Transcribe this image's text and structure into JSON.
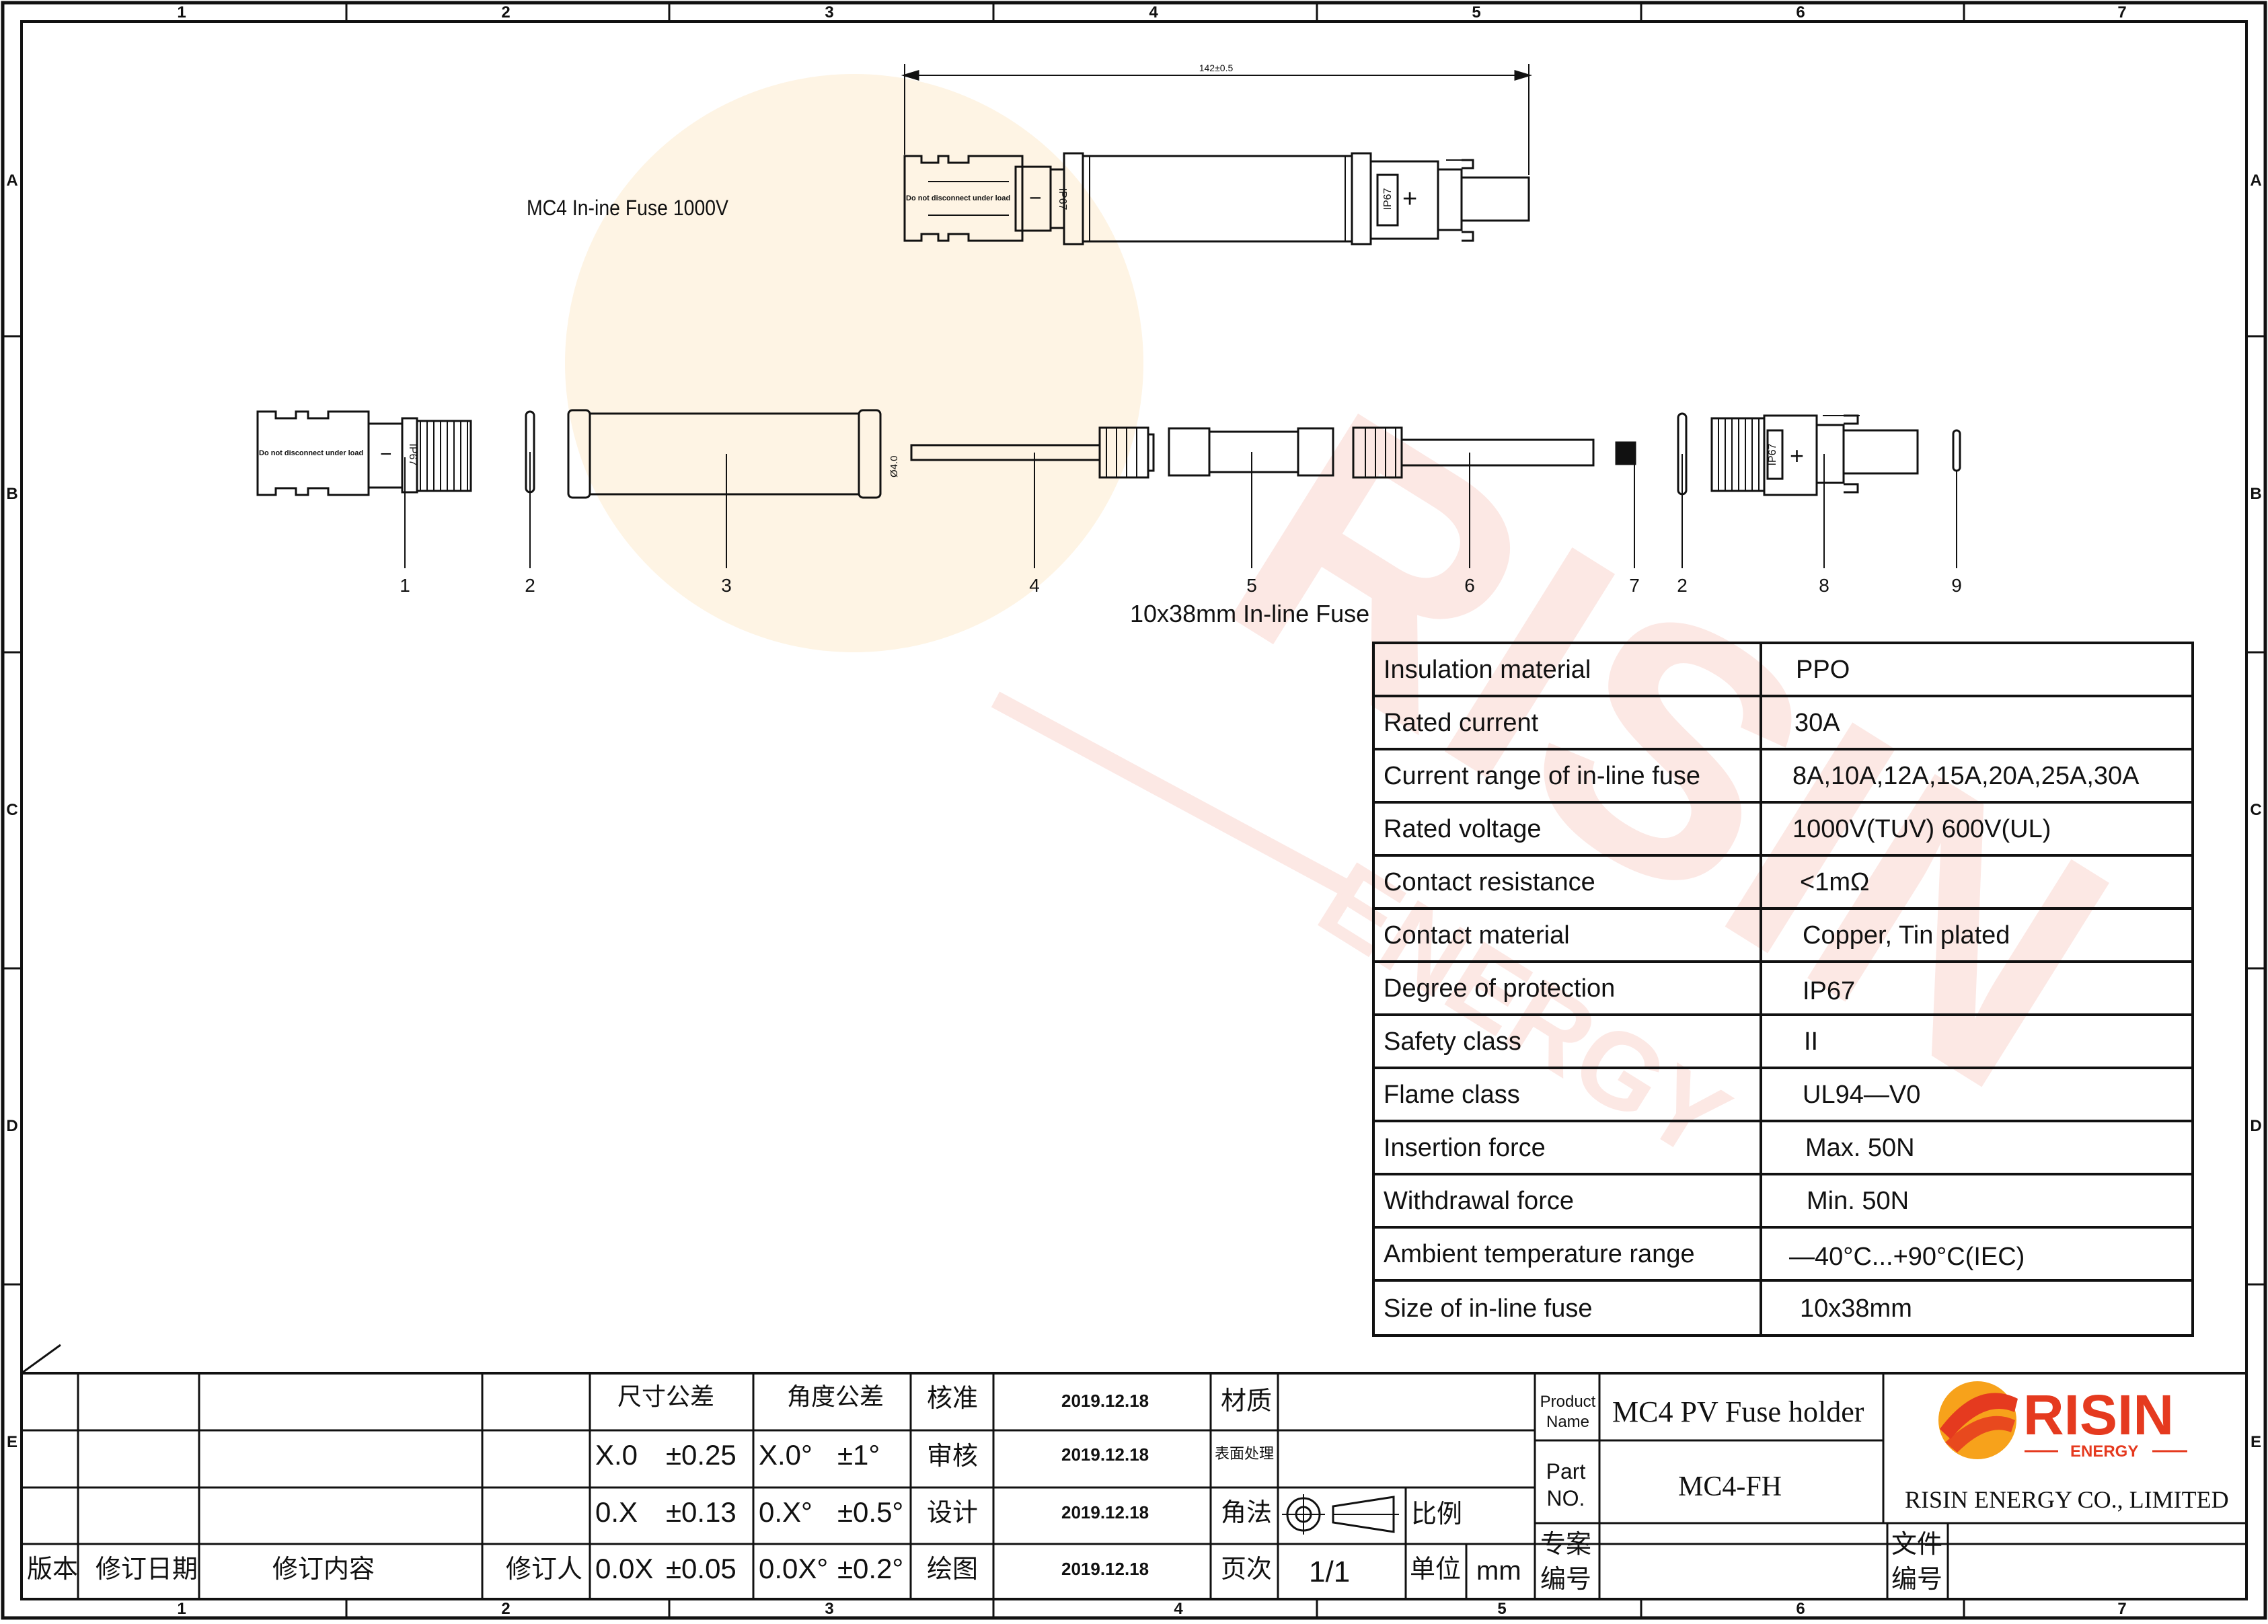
{
  "frame": {
    "column_numbers": [
      "1",
      "2",
      "3",
      "4",
      "5",
      "6",
      "7"
    ],
    "row_letters": [
      "A",
      "B",
      "C",
      "D",
      "E"
    ]
  },
  "drawing": {
    "assembly_title": "MC4 In-ine Fuse 1000V",
    "length_dimension": "142±0.5",
    "fuse_title": "10x38mm In-line Fuse",
    "connector_text": "Do not disconnect under load",
    "ip_label": "IP67",
    "minus_sign": "−",
    "plus_sign": "+",
    "diameter_label": "Ø4.0",
    "part_numbers": [
      "1",
      "2",
      "3",
      "4",
      "5",
      "6",
      "7",
      "2",
      "8",
      "9"
    ]
  },
  "specs": [
    {
      "label": "Insulation  material",
      "value": "PPO"
    },
    {
      "label": "Rated  current",
      "value": "30A"
    },
    {
      "label": "Current range of in-line fuse",
      "value": "8A,10A,12A,15A,20A,25A,30A"
    },
    {
      "label": "Rated  voltage",
      "value": "1000V(TUV)  600V(UL)"
    },
    {
      "label": "Contact  resistance",
      "value": "<1mΩ"
    },
    {
      "label": "Contact  material",
      "value": "Copper,  Tin  plated"
    },
    {
      "label": "Degree  of  protection",
      "value": "IP67"
    },
    {
      "label": "Safety  class",
      "value": "II"
    },
    {
      "label": "Flame  class",
      "value": "UL94—V0"
    },
    {
      "label": "Insertion  force",
      "value": "Max.  50N"
    },
    {
      "label": "Withdrawal  force",
      "value": "Min.  50N"
    },
    {
      "label": "Ambient  temperature  range",
      "value": "—40°C...+90°C(IEC)"
    },
    {
      "label": "Size of in-line fuse",
      "value": "10x38mm"
    }
  ],
  "title_block": {
    "version": "版本",
    "revision_date": "修订日期",
    "revision_content": "修订内容",
    "reviser": "修订人",
    "dim_tolerance": "尺寸公差",
    "angle_tolerance": "角度公差",
    "dim_tol_rows": [
      {
        "code": "X.0",
        "tol": "±0.25"
      },
      {
        "code": "0.X",
        "tol": "±0.13"
      },
      {
        "code": "0.0X",
        "tol": "±0.05"
      }
    ],
    "angle_tol_rows": [
      {
        "code": "X.0°",
        "tol": "±1°"
      },
      {
        "code": "0.X°",
        "tol": "±0.5°"
      },
      {
        "code": "0.0X°",
        "tol": "±0.2°"
      }
    ],
    "approve": "核准",
    "review": "审核",
    "design": "设计",
    "draw": "绘图",
    "dates": [
      "2019.12.18",
      "2019.12.18",
      "2019.12.18",
      "2019.12.18"
    ],
    "material": "材质",
    "surface_treatment": "表面处理",
    "projection": "角法",
    "scale": "比例",
    "page_label": "页次",
    "page_value": "1/1",
    "unit_label": "单位",
    "unit_value": "mm",
    "product_name_label": "Product Name",
    "product_name": "MC4 PV Fuse holder",
    "part_no_label": "Part NO.",
    "part_no": "MC4-FH",
    "project_no_label": "专案编号",
    "file_no_label": "文件编号",
    "company_logo_text": "RISIN",
    "company_logo_sub": "ENERGY",
    "company_name": "RISIN ENERGY CO., LIMITED",
    "logo_colors": [
      "#e53a1f",
      "#f7a21b"
    ]
  }
}
